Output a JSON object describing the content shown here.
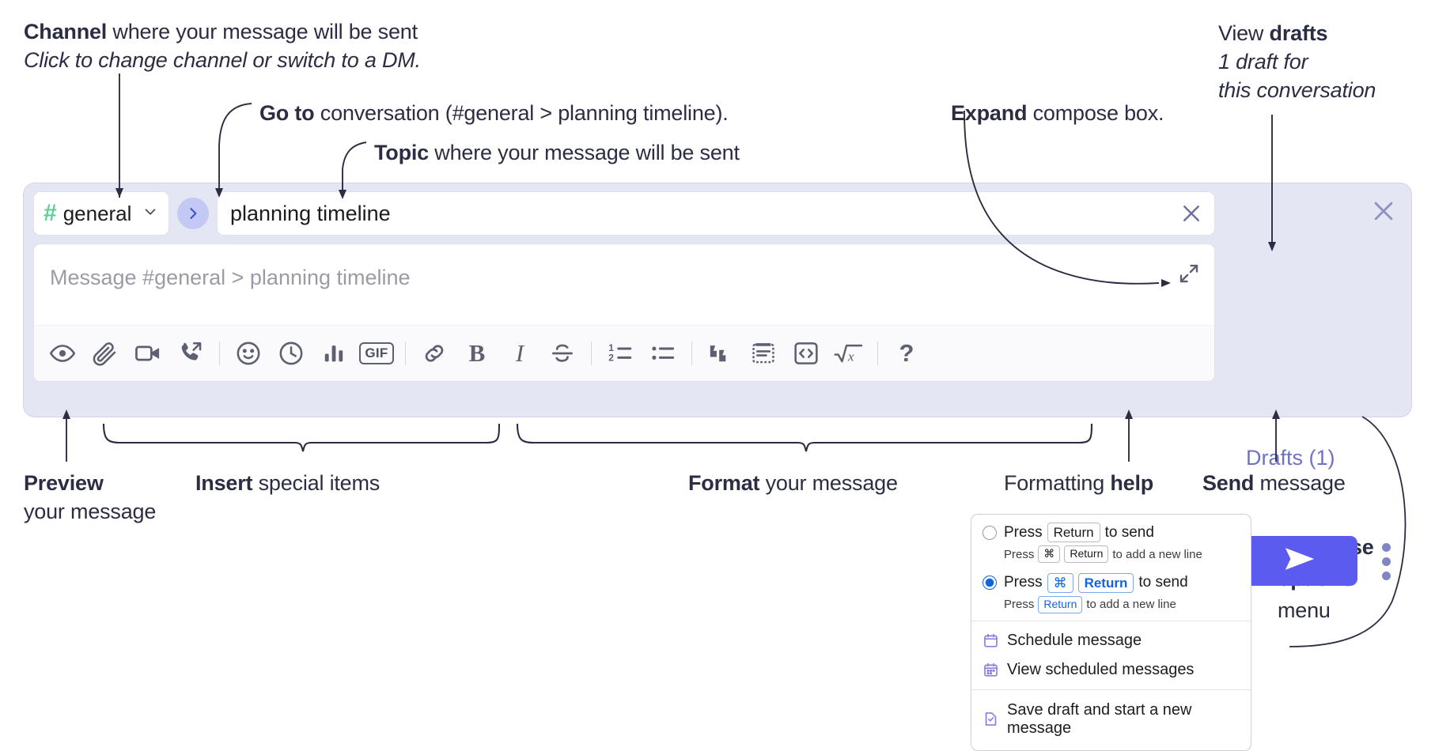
{
  "annotations": {
    "channel": {
      "bold": "Channel",
      "rest": " where your message will be sent",
      "sub": "Click to change channel or switch to a DM."
    },
    "goto": {
      "bold": "Go to",
      "rest": " conversation (#general > planning timeline)."
    },
    "topic": {
      "bold": "Topic",
      "rest": " where your message will be sent"
    },
    "expand": {
      "bold": "Expand",
      "rest": " compose box."
    },
    "drafts": {
      "line1_normal": "View ",
      "line1_bold": "drafts",
      "line2": "1 draft for",
      "line3": "this conversation"
    },
    "preview": {
      "bold": "Preview",
      "rest": "your message"
    },
    "insert": {
      "bold": "Insert",
      "rest": " special items"
    },
    "format": {
      "bold": "Format",
      "rest": " your message"
    },
    "help": {
      "normal": "Formatting ",
      "bold": "help"
    },
    "send": {
      "bold": "Send",
      "rest": " message"
    },
    "compose_options": {
      "line1": "Compose",
      "line2": "options",
      "line3": "menu"
    }
  },
  "compose": {
    "channel_name": "general",
    "channel_hash": "#",
    "goto_icon": "chevron-right-icon",
    "topic_value": "planning timeline",
    "topic_clear_icon": "close-icon",
    "message_placeholder": "Message #general > planning timeline",
    "expand_icon": "expand-icon",
    "drafts_label": "Drafts (1)",
    "close_icon": "close-icon",
    "send_icon": "send-icon",
    "overflow_icon": "kebab-menu-icon",
    "accent_color": "#5b5bef",
    "panel_color": "#e4e6f3",
    "hash_color": "#5fcf95",
    "drafts_link_color": "#6e72c4",
    "toolbar": [
      {
        "name": "preview-icon",
        "label": "Preview"
      },
      {
        "name": "attachment-icon",
        "label": "Attach file"
      },
      {
        "name": "video-icon",
        "label": "Record video clip"
      },
      {
        "name": "audio-call-icon",
        "label": "Record audio clip"
      },
      {
        "name": "separator",
        "label": ""
      },
      {
        "name": "emoji-icon",
        "label": "Emoji"
      },
      {
        "name": "clock-icon",
        "label": "Reminder"
      },
      {
        "name": "poll-icon",
        "label": "Poll"
      },
      {
        "name": "gif-icon",
        "label": "GIF"
      },
      {
        "name": "separator",
        "label": ""
      },
      {
        "name": "link-icon",
        "label": "Link"
      },
      {
        "name": "bold-icon",
        "label": "B"
      },
      {
        "name": "italic-icon",
        "label": "I"
      },
      {
        "name": "strikethrough-icon",
        "label": "Strikethrough"
      },
      {
        "name": "separator",
        "label": ""
      },
      {
        "name": "ordered-list-icon",
        "label": "Ordered list"
      },
      {
        "name": "bulleted-list-icon",
        "label": "Bulleted list"
      },
      {
        "name": "separator",
        "label": ""
      },
      {
        "name": "blockquote-icon",
        "label": "Blockquote"
      },
      {
        "name": "code-block-icon",
        "label": "Code block"
      },
      {
        "name": "code-icon",
        "label": "Code"
      },
      {
        "name": "math-icon",
        "label": "Math"
      },
      {
        "name": "separator",
        "label": ""
      },
      {
        "name": "help-icon",
        "label": "?"
      }
    ]
  },
  "menu": {
    "options": [
      {
        "selected": false,
        "main_pre": "Press",
        "main_keys": [
          "Return"
        ],
        "main_post": "to send",
        "sub_pre": "Press",
        "sub_keys": [
          "⌘",
          "Return"
        ],
        "sub_post": "to add a new line"
      },
      {
        "selected": true,
        "main_pre": "Press",
        "main_keys": [
          "⌘",
          "Return"
        ],
        "main_post": "to send",
        "sub_pre": "Press",
        "sub_keys": [
          "Return"
        ],
        "sub_post": "to add a new line"
      }
    ],
    "items": [
      {
        "icon": "calendar-icon",
        "label": "Schedule message"
      },
      {
        "icon": "calendar-list-icon",
        "label": "View scheduled messages"
      },
      {
        "icon": "save-draft-icon",
        "label": "Save draft and start a new message"
      }
    ],
    "accent_color": "#1264dd",
    "icon_color": "#8b7fe0"
  }
}
